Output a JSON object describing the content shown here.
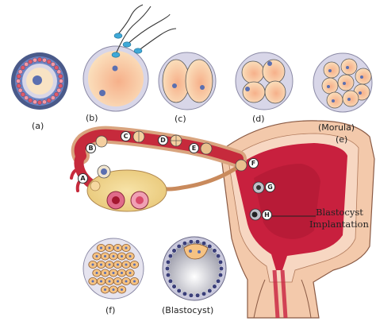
{
  "colors": {
    "uterus_wall": "#f0c2a6",
    "uterus_lining": "#c8203e",
    "tube": "#c62a3c",
    "ovary": "#f2d792",
    "cell_fill": "#fbe2bf",
    "zona": "#d8d6e8",
    "nucleus": "#5b6fb0"
  },
  "stage_labels": {
    "a": "(a)",
    "b": "(b)",
    "c": "(c)",
    "d": "(d)",
    "morula": "(Morula)",
    "e": "(e)",
    "f": "(f)",
    "blastocyst": "(Blastocyst)"
  },
  "markers": [
    "A",
    "B",
    "C",
    "D",
    "E",
    "F",
    "G",
    "H"
  ],
  "annotation": {
    "line1": "Blastocyst",
    "line2": "Implantation"
  }
}
